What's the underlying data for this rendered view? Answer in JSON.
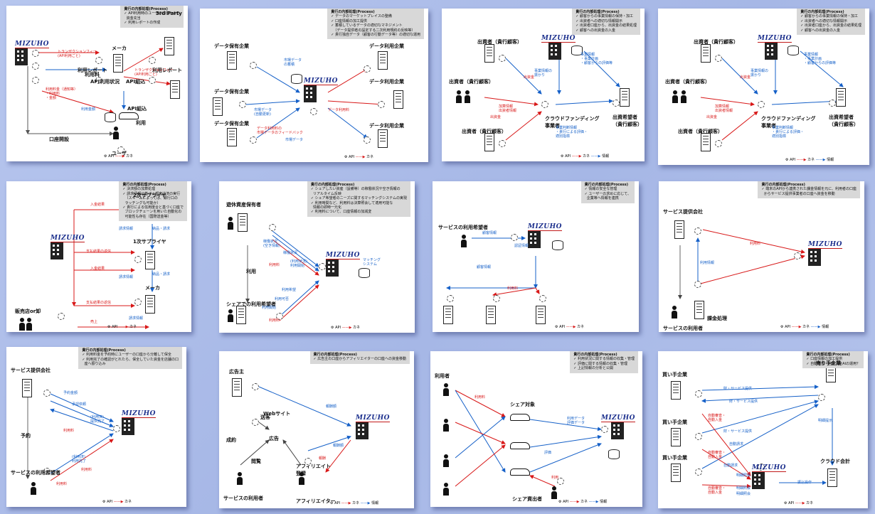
{
  "common": {
    "bank_logo": "MIZUHO",
    "legend_api": "API",
    "legend_money": "カネ",
    "legend_info": "情報",
    "colors": {
      "money": "#d81818",
      "info": "#1560c8",
      "background": "#aebdea"
    }
  },
  "panels": [
    {
      "process_title": "貴行の内部処理(Process)",
      "process_items": [
        "API利用時のユーザの口座からの\n  資金充当",
        "利用レポートの作成"
      ],
      "labels": [
        "3rd Party",
        "メーカ",
        "利用レポート",
        "利用レポート",
        "API利用状況",
        "API組込",
        "API組込",
        "ユーザ",
        "口座開設",
        "利用",
        "利用料"
      ],
      "red_labels": [
        "トランザクションフィー\n(API利用ごと)",
        "トランザクションフィー\n(API利用ごと)",
        "利用料金（通知等）\n・利用料\n・金額"
      ],
      "blue_labels": [
        "利用金額"
      ]
    },
    {
      "process_title": "貴行の内部処理(Process)",
      "process_items": [
        "データのマーケットプレイスの整備",
        "口座情報の加工提供",
        "蓄積しているデータの適切なマネジメント\n  （データ提供者の設定する二次利用規約の反映等）",
        "貴行独自データ（顧客の行動データ等）の適切な運用"
      ],
      "labels": [
        "データ保有企業",
        "データ保有企業",
        "データ保有企業",
        "データ利用企業",
        "データ利用企業",
        "データ利用企業"
      ],
      "blue_labels": [
        "市場データ\nの蓄積",
        "市場データ\n(自動更新)",
        "市場データ"
      ],
      "red_labels": [
        "データ利用料",
        "データ利用料の\n市場データのフィードバック"
      ]
    },
    {
      "process_title": "貴行の内部処理(Process)",
      "process_items": [
        "顧客からの事業情報の保持・加工",
        "出資者への適切な情報開示",
        "出資者口座から、出資金の結果処理",
        "顧客への出資金の入金"
      ],
      "labels": [
        "出資者（貴行顧客）",
        "出資者（貴行顧客）",
        "出資者（貴行顧客）",
        "クラウドファンディング\n事業者",
        "出資希望者\n（貴行顧客）"
      ],
      "blue_labels": [
        "事業情報\n・事業計画\n・顧客からの評価等",
        "事業情報の\n振かり",
        "事業判断情報\n・貴行による評価・\n適別指標"
      ],
      "red_labels": [
        "出資金",
        "加算情報\n出資者情報",
        "出資金"
      ]
    },
    {
      "process_title": "貴行の内部処理(Process)",
      "process_items": [
        "顧客からの事業情報の保持・加工",
        "出資者への適切な情報開示",
        "出資者口座から、出資金の結果処理",
        "顧客への出資金の入金"
      ],
      "labels": [
        "出資者（貴行顧客）",
        "出資者（貴行顧客）",
        "出資者（貴行顧客）",
        "クラウドファンディング\n事業者",
        "出資希望者\n（貴行顧客）"
      ],
      "blue_labels": [
        "事業情報\n・事業計画\n・顧客からの評価等",
        "事業情報の\n振かり",
        "事業判断情報\n・貴行による評価・\n適別指標"
      ],
      "red_labels": [
        "出資金",
        "加算情報\n出資者情報",
        "出資金"
      ]
    },
    {
      "process_title": "貴行の内部処理(Process)",
      "process_items": [
        "決済額の加算処理",
        "請求情報に基づく都度決済の実行\n  （スキームによっては、銀行口の\n  ラッチングも可能か）",
        "貴行による信用度合と基づく口座で\n  ブロックチェーンを用いた自動化の\n  可能性も存在（国際送金等）"
      ],
      "labels": [
        "2次サプライヤ",
        "1次サプライヤ",
        "メーカ",
        "販売店or卸"
      ],
      "red_labels": [
        "入金結果",
        "支払結果の返信",
        "入金結果",
        "支払結果の返信",
        "売上"
      ],
      "blue_labels": [
        "請求情報",
        "請求情報",
        "請求情報",
        "納品・請求",
        "納品・請求"
      ]
    },
    {
      "process_title": "貴行の内部処理(Process)",
      "process_items": [
        "シェアしたい資産（設備等）の稼働状況や空き情報の\n  リアルタイム反映",
        "シェア希望者のニーズに関するマッチングシステムの実現",
        "利用時間など、利用料は決算照会して適用可能な\n  情報の即時一元化",
        "利用料について、口座情報の加減変"
      ],
      "labels": [
        "遊休資産保有者",
        "シェアでの利用希望者",
        "利用"
      ],
      "blue_labels": [
        "稼働状況\n(空き情報)",
        "稼働状況",
        "(利用状況)\n利用開始",
        "利用希望",
        "利用可否",
        "利用開始",
        "マッチング\nシステム"
      ],
      "red_labels": [
        "利用料",
        "利用料"
      ]
    },
    {
      "process_title": "貴行の内部処理(Process)",
      "process_items": [
        "情報の安全な管理",
        "ユーザーの求めに応じて、\n  企業等へ情報を連携"
      ],
      "labels": [
        "サービスの利用希望者"
      ],
      "blue_labels": [
        "顧客情報",
        "認証情報",
        "顧客情報"
      ],
      "red_labels": [
        "利用料"
      ]
    },
    {
      "process_title": "貴行の内部処理(Process)",
      "process_items": [
        "端末のAPIから連携された課金情報を元に、利用者の口座\n  からサービス提供事業者の口座へ資金を移動"
      ],
      "labels": [
        "サービス提供会社",
        "課金処理",
        "サービスの利用者"
      ],
      "red_labels": [
        "利用料"
      ],
      "blue_labels": [
        "利用情報"
      ]
    },
    {
      "process_title": "貴行の内部処理(Process)",
      "process_items": [
        "利用料金を予約時にユーザーの口座から分離して保全",
        "利用完了の確認がとれたら、保全していた資金を店舗の口\n  座へ振り込み"
      ],
      "labels": [
        "サービス提供会社",
        "サービスの利用希望者",
        "予約"
      ],
      "blue_labels": [
        "予約金額",
        "承認依頼",
        "(利用済)\n提供完了",
        "(利用済)\n利用完了"
      ],
      "red_labels": [
        "利用料",
        "利用料",
        "利用料"
      ]
    },
    {
      "process_title": "貴行の内部処理(Process)",
      "process_items": [
        "広告主の口座からアフィリエイターの口座への資金移動"
      ],
      "labels": [
        "広告主",
        "Webサイト",
        "広告",
        "サービスの利用者",
        "アフィリエイター",
        "成約",
        "閲覧",
        "アフィリエイト\n登録",
        "送客"
      ],
      "blue_labels": [
        "報酬額",
        "報酬額"
      ],
      "red_labels": [
        "報酬"
      ]
    },
    {
      "process_title": "貴行の内部処理(Process)",
      "process_items": [
        "利用状況に関する情報の収集・管理",
        "評価に関する情報の収集・管理",
        "上記情報の分析と公開"
      ],
      "labels": [
        "利用者",
        "シェア対象",
        "シェア資出者"
      ],
      "blue_labels": [
        "利用データ\n評価データ",
        "評価"
      ],
      "red_labels": [
        "利用料",
        "利用"
      ]
    },
    {
      "process_title": "貴行の内部処理(Process)",
      "process_items": [
        "口座情報の加工提供",
        "自動審査・自動入金AIの運用？"
      ],
      "labels": [
        "買い手企業",
        "買い手企業",
        "買い手企業",
        "売り手企業",
        "クラウド会計"
      ],
      "blue_labels": [
        "財・サービス提供",
        "財・サービス提供",
        "財・サービス提供",
        "自動請求",
        "自動請求",
        "明細提示",
        "振込操作",
        "明細照会",
        "明細照会",
        "明細照会"
      ],
      "red_labels": [
        "自動審査・\n自動入金",
        "自動審査・\n自動入金",
        "自動審査・\n自動入金"
      ]
    }
  ]
}
